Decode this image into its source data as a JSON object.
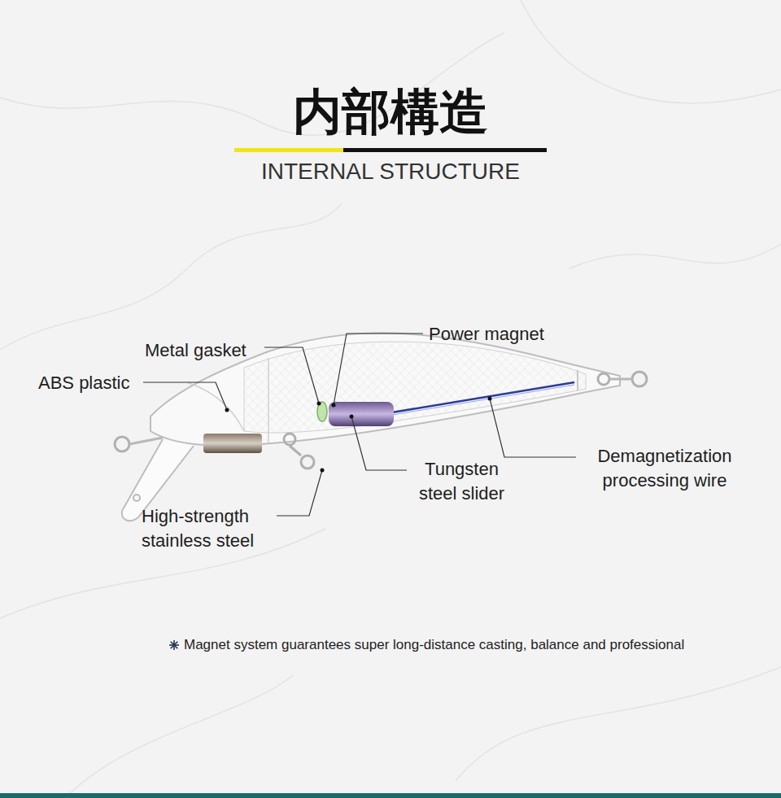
{
  "diagram": {
    "title": "内部構造",
    "caption": "Magnet system guarantees super long-distance casting, balance and professional",
    "labels": [
      "INTERNAL STRUCTURE",
      "Power magnet",
      "Metal gasket",
      "ABS plastic",
      "Demagnetization processing wire",
      "Tungsten steel slider",
      "High-strength stainless steel"
    ]
  }
}
